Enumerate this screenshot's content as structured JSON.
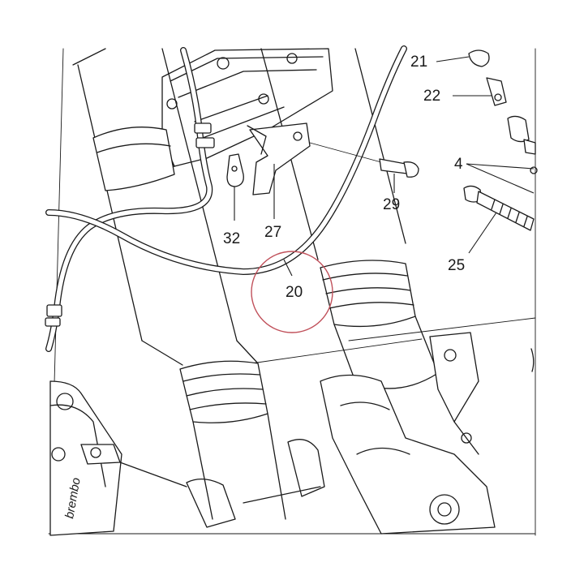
{
  "diagram": {
    "callouts": [
      {
        "id": "21",
        "text": "21"
      },
      {
        "id": "22",
        "text": "22"
      },
      {
        "id": "4",
        "text": "4"
      },
      {
        "id": "29",
        "text": "29"
      },
      {
        "id": "32",
        "text": "32"
      },
      {
        "id": "27",
        "text": "27"
      },
      {
        "id": "25",
        "text": "25"
      },
      {
        "id": "20",
        "text": "20"
      }
    ],
    "highlight": {
      "callout": "20",
      "color": "#c0505a"
    },
    "brand_marking": "brembo",
    "colors": {
      "ink": "#1a1a1a",
      "paper": "#ffffff",
      "highlight": "#c0505a"
    }
  }
}
